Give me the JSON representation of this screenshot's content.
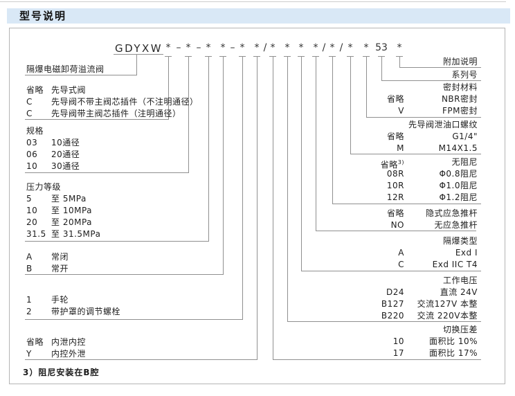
{
  "header": {
    "title": "型号说明"
  },
  "code": {
    "prefix": "GDYXW",
    "tokens": [
      "*",
      "–",
      "*",
      "–",
      "*",
      "*",
      "–",
      "*",
      "*",
      "/",
      "*",
      "*",
      "*",
      "*",
      "/",
      "*",
      "/",
      "*",
      "*",
      "53",
      "*"
    ]
  },
  "valve_label": "隔爆电磁卸荷溢流阀",
  "left_groups": [
    {
      "header": "",
      "rows": [
        {
          "code": "省略",
          "desc": "先导式阀"
        },
        {
          "code": "C",
          "desc": "先导阀不带主阀芯插件（不注明通径）"
        },
        {
          "code": "C",
          "desc": "先导阀带主阀芯插件（注明通径）"
        }
      ]
    },
    {
      "header": "规格",
      "rows": [
        {
          "code": "03",
          "desc": "10通径"
        },
        {
          "code": "06",
          "desc": "20通径"
        },
        {
          "code": "10",
          "desc": "30通径"
        }
      ]
    },
    {
      "header": "压力等级",
      "rows": [
        {
          "code": "5",
          "desc": "至  5MPa"
        },
        {
          "code": "10",
          "desc": "至 10MPa"
        },
        {
          "code": "20",
          "desc": "至 20MPa"
        },
        {
          "code": "31.5",
          "desc": "至 31.5MPa"
        }
      ]
    },
    {
      "header": "",
      "rows": [
        {
          "code": "A",
          "desc": "常闭"
        },
        {
          "code": "B",
          "desc": "常开"
        }
      ]
    },
    {
      "header": "",
      "rows": [
        {
          "code": "1",
          "desc": "手轮"
        },
        {
          "code": "2",
          "desc": "带护罩的调节螺栓"
        }
      ]
    },
    {
      "header": "",
      "rows": [
        {
          "code": "省略",
          "desc": "内泄内控"
        },
        {
          "code": "Y",
          "desc": "内控外泄"
        }
      ]
    }
  ],
  "right_groups": [
    {
      "header": "附加说明",
      "rows": []
    },
    {
      "header": "系列号",
      "rows": []
    },
    {
      "header": "密封材料",
      "rows": [
        {
          "code": "省略",
          "desc": "NBR密封"
        },
        {
          "code": "V",
          "desc": "FPM密封"
        }
      ]
    },
    {
      "header": "先导阀泄油口螺纹",
      "rows": [
        {
          "code": "省略",
          "desc": "G1/4\""
        },
        {
          "code": "M",
          "desc": "M14X1.5"
        }
      ]
    },
    {
      "header": "",
      "rows": [
        {
          "code": "省略",
          "sup": "3)",
          "desc": "无阻尼"
        },
        {
          "code": "08R",
          "desc": "Φ0.8阻尼"
        },
        {
          "code": "10R",
          "desc": "Φ1.0阻尼"
        },
        {
          "code": "12R",
          "desc": "Φ1.2阻尼"
        }
      ]
    },
    {
      "header": "",
      "rows": [
        {
          "code": "省略",
          "desc": "隐式应急推杆"
        },
        {
          "code": "NO",
          "desc": "无应急推杆"
        }
      ]
    },
    {
      "header": "隔爆类型",
      "rows": [
        {
          "code": "A",
          "desc": "Exd I"
        },
        {
          "code": "C",
          "desc": "Exd IIC T4"
        }
      ]
    },
    {
      "header": "工作电压",
      "rows": [
        {
          "code": "D24",
          "desc": "直流 24V"
        },
        {
          "code": "B127",
          "desc": "交流127V 本整"
        },
        {
          "code": "B220",
          "desc": "交流 220V本整"
        }
      ]
    },
    {
      "header": "切换压差",
      "rows": [
        {
          "code": "10",
          "desc": "面积比 10%"
        },
        {
          "code": "17",
          "desc": "面积比 17%"
        }
      ]
    }
  ],
  "footnote": "3）阻尼安装在B腔"
}
